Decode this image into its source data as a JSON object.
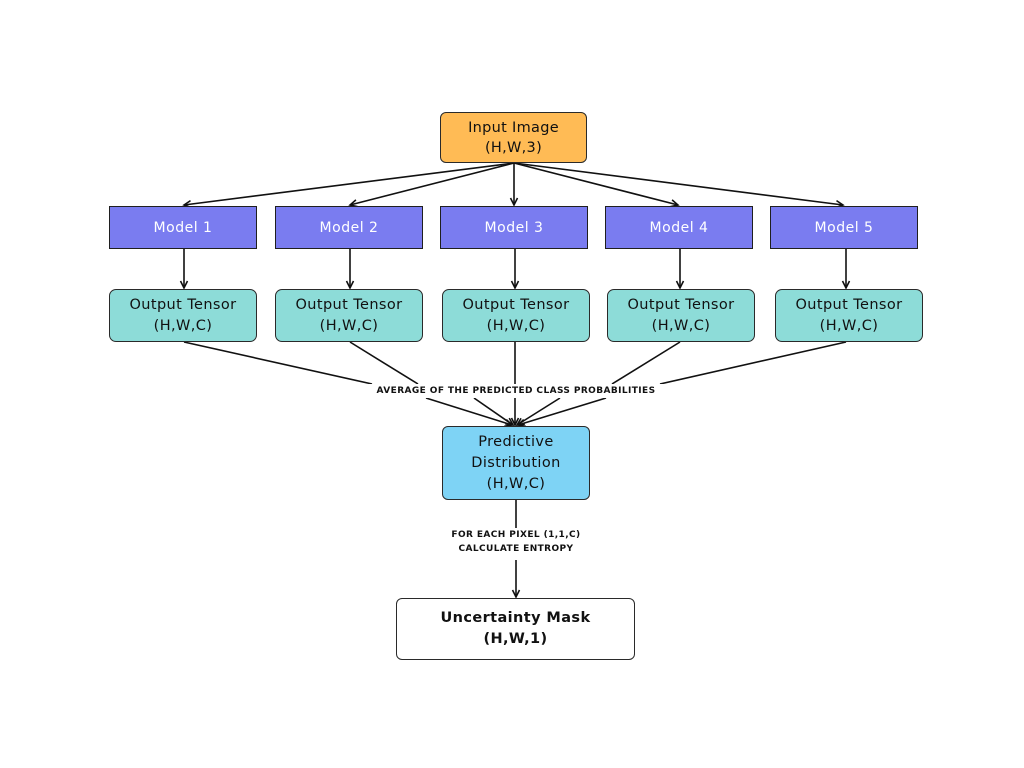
{
  "input_node": {
    "line1": "Input Image",
    "line2": "(H,W,3)"
  },
  "models": [
    {
      "label": "Model 1"
    },
    {
      "label": "Model 2"
    },
    {
      "label": "Model 3"
    },
    {
      "label": "Model 4"
    },
    {
      "label": "Model 5"
    }
  ],
  "tensors": [
    {
      "line1": "Output Tensor",
      "line2": "(H,W,C)"
    },
    {
      "line1": "Output Tensor",
      "line2": "(H,W,C)"
    },
    {
      "line1": "Output Tensor",
      "line2": "(H,W,C)"
    },
    {
      "line1": "Output Tensor",
      "line2": "(H,W,C)"
    },
    {
      "line1": "Output Tensor",
      "line2": "(H,W,C)"
    }
  ],
  "average_label": "AVERAGE OF THE PREDICTED CLASS PROBABILITIES",
  "predictive_node": {
    "line1": "Predictive",
    "line2": "Distribution",
    "line3": "(H,W,C)"
  },
  "entropy_label": {
    "line1": "FOR EACH PIXEL (1,1,C)",
    "line2": "CALCULATE ENTROPY"
  },
  "mask_node": {
    "line1": "Uncertainty Mask",
    "line2": "(H,W,1)"
  },
  "colors": {
    "input": "#ffbb55",
    "model": "#7a7cf0",
    "tensor": "#8ddcd8",
    "predictive": "#7ed3f5",
    "mask": "#ffffff",
    "wire": "#111111"
  }
}
